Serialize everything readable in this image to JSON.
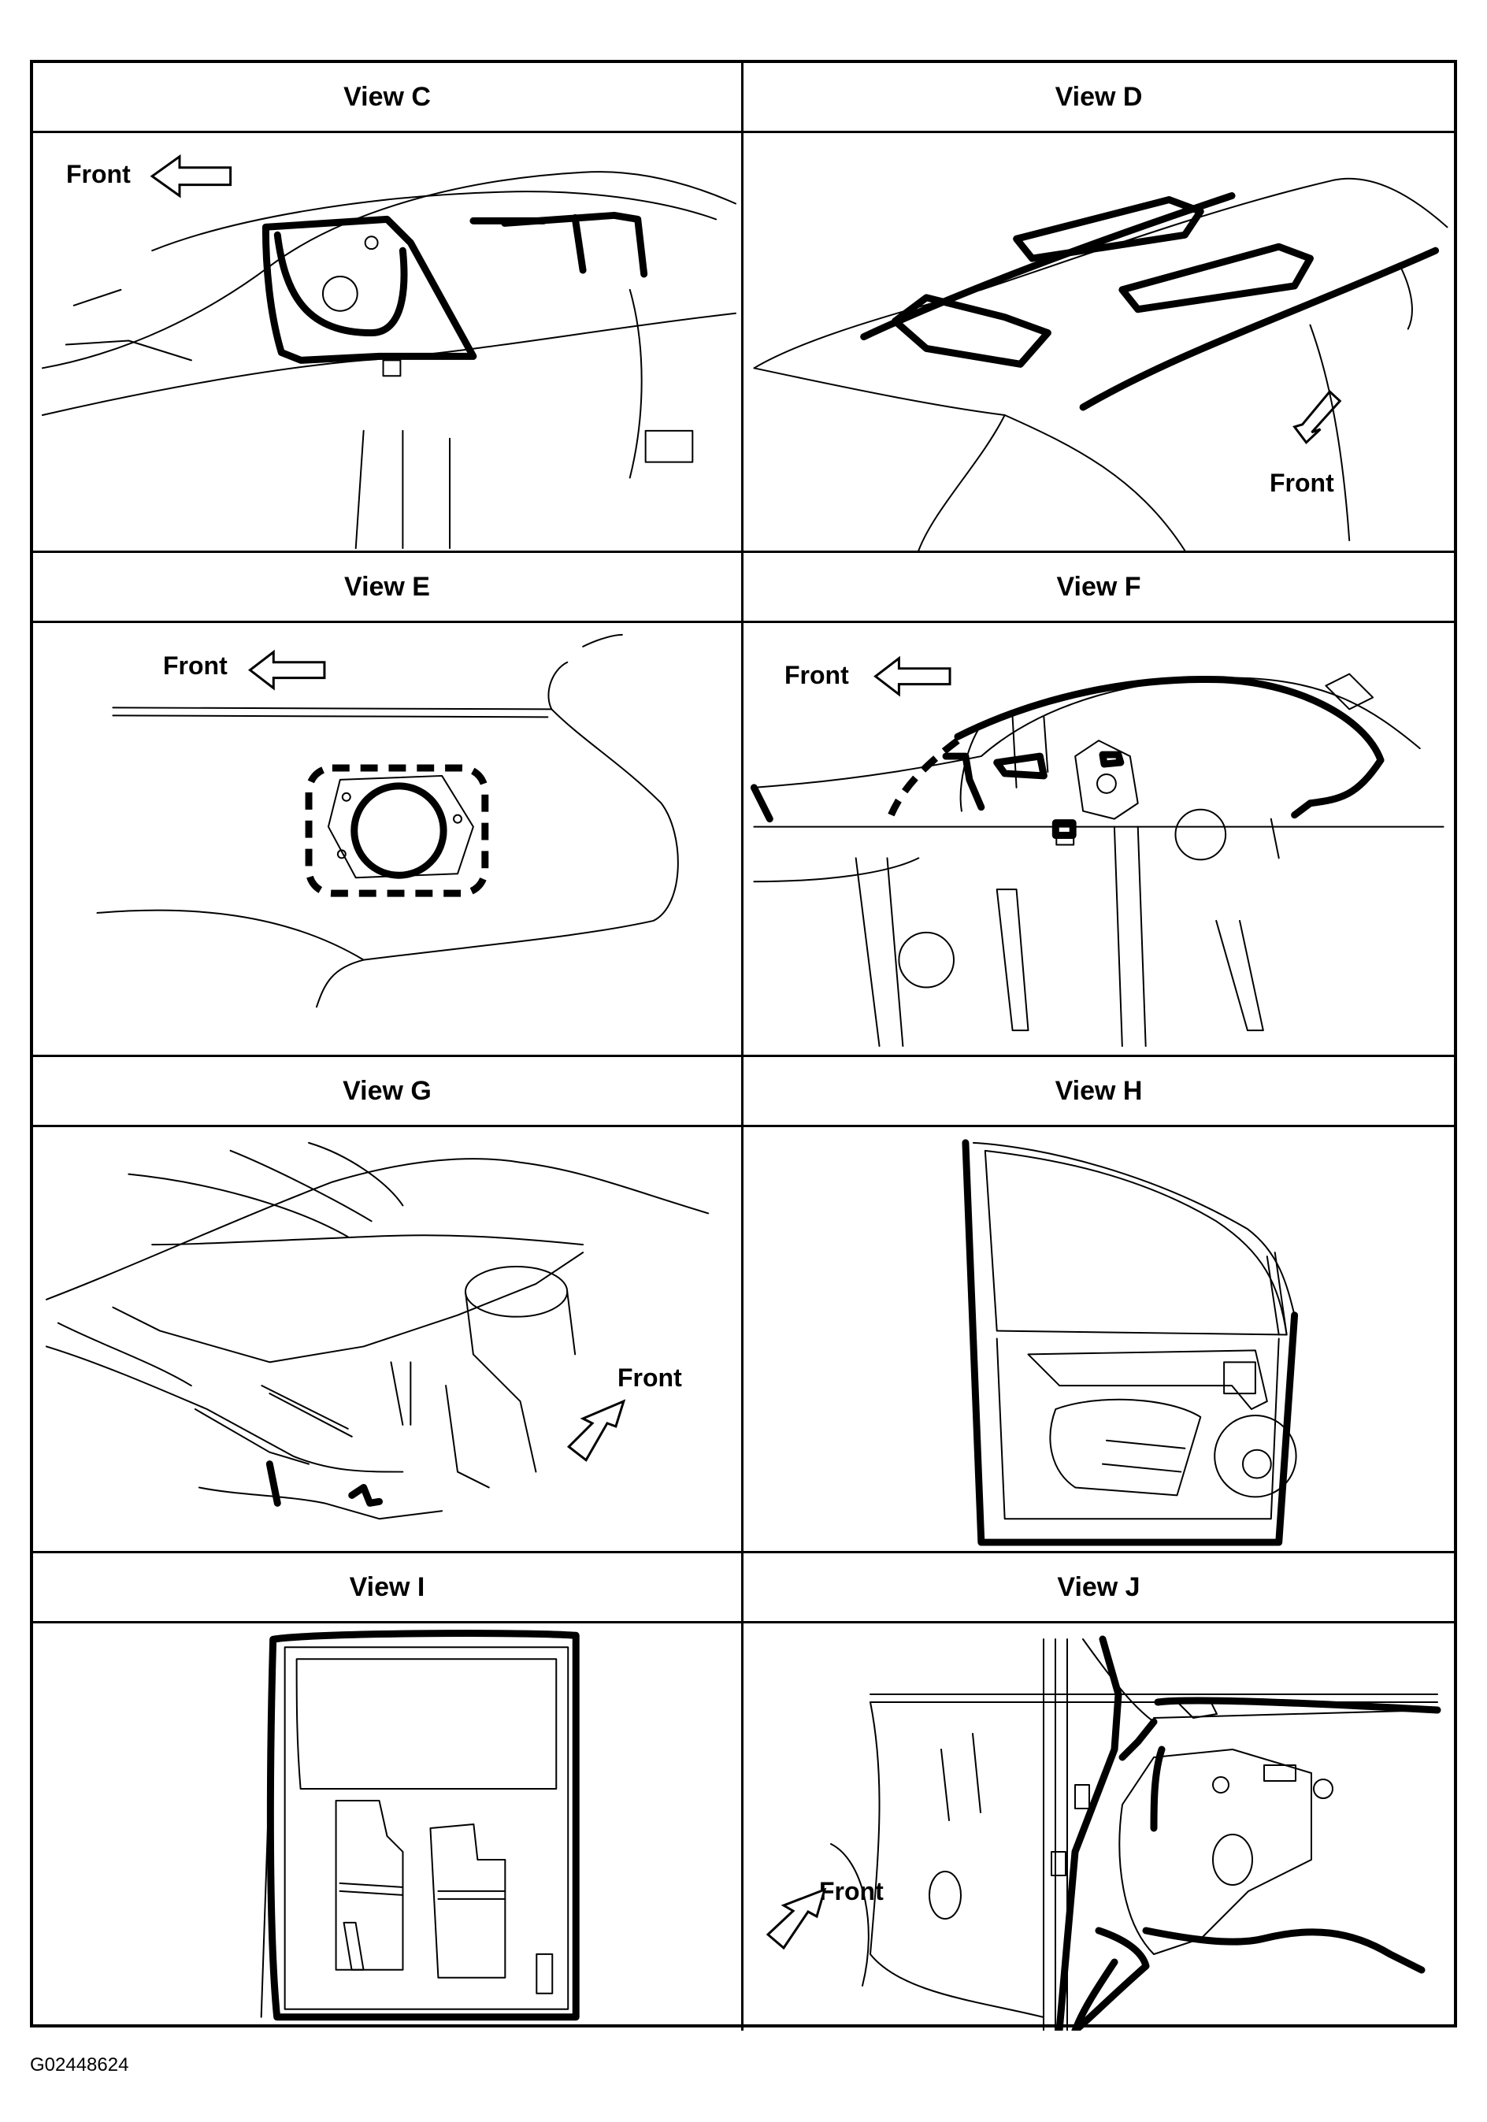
{
  "views": [
    {
      "title": "View C",
      "front": "Front"
    },
    {
      "title": "View D",
      "front": "Front"
    },
    {
      "title": "View E",
      "front": "Front"
    },
    {
      "title": "View F",
      "front": "Front"
    },
    {
      "title": "View G",
      "front": "Front"
    },
    {
      "title": "View H",
      "front": ""
    },
    {
      "title": "View I",
      "front": ""
    },
    {
      "title": "View J",
      "front": "Front"
    }
  ],
  "figure_id": "G02448624"
}
